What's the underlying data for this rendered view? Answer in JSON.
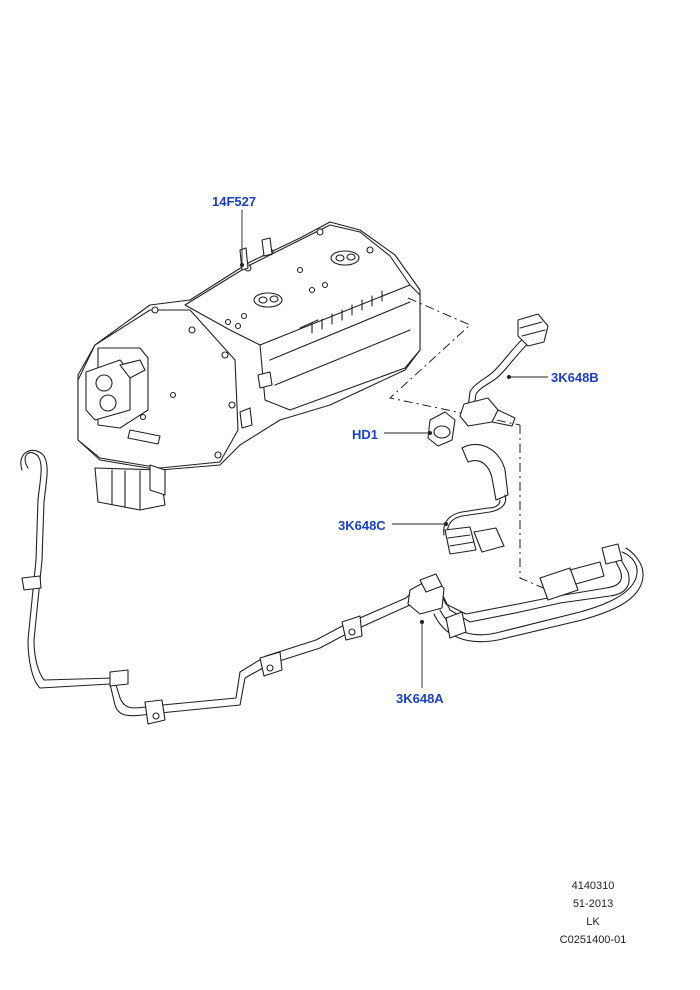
{
  "callouts": {
    "part_14f527": "14F527",
    "part_hd1": "HD1",
    "part_3k648b": "3K648B",
    "part_3k648c": "3K648C",
    "part_3k648a": "3K648A"
  },
  "footer": {
    "line1": "4140310",
    "line2": "51-2013",
    "line3": "LK",
    "line4": "C0251400-01"
  },
  "colors": {
    "callout_text": "#1a3fd0",
    "linework": "#222222"
  }
}
